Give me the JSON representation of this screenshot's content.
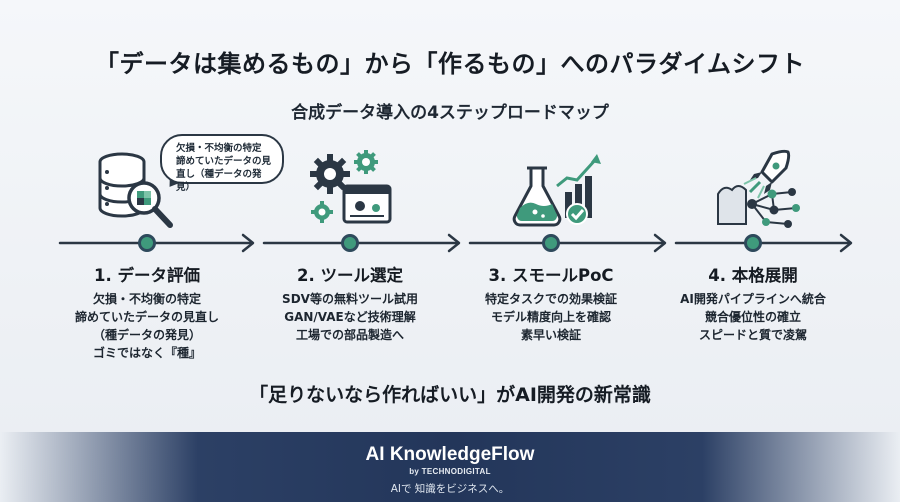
{
  "title": "「データは集めるもの」から「作るもの」へのパラダイムシフト",
  "subtitle": "合成データ導入の4ステップロードマップ",
  "bubble": {
    "lines": [
      "欠損・不均衡の特定",
      "諦めていたデータの見",
      "直し（種データの発見）"
    ]
  },
  "steps": [
    {
      "heading": "1. データ評価",
      "icon": "database-magnifier-icon",
      "lines": [
        "欠損・不均衡の特定",
        "諦めていたデータの見直し",
        "（種データの発見）",
        "ゴミではなく『種』"
      ]
    },
    {
      "heading": "2. ツール選定",
      "icon": "gears-window-icon",
      "lines": [
        "SDV等の無料ツール試用",
        "GAN/VAEなど技術理解",
        "工場での部品製造へ"
      ]
    },
    {
      "heading": "3. スモールPoC",
      "icon": "flask-chart-icon",
      "lines": [
        "特定タスクでの効果検証",
        "モデル精度向上を確認",
        "素早い検証"
      ]
    },
    {
      "heading": "4. 本格展開",
      "icon": "rocket-network-icon",
      "lines": [
        "AI開発パイプラインへ統合",
        "競合優位性の確立",
        "スピードと質で凌駕"
      ]
    }
  ],
  "tagline": "「足りないなら作ればいい」がAI開発の新常識",
  "footer": {
    "brand": "AI KnowledgeFlow",
    "by": "by TECHNODIGITAL",
    "slogan": "AIで 知識をビジネスへ。"
  },
  "colors": {
    "dark": "#2b3744",
    "accent_green": "#3f9a7c",
    "node_ring": "#2e4a5c",
    "footer_navy": "#23365a"
  }
}
